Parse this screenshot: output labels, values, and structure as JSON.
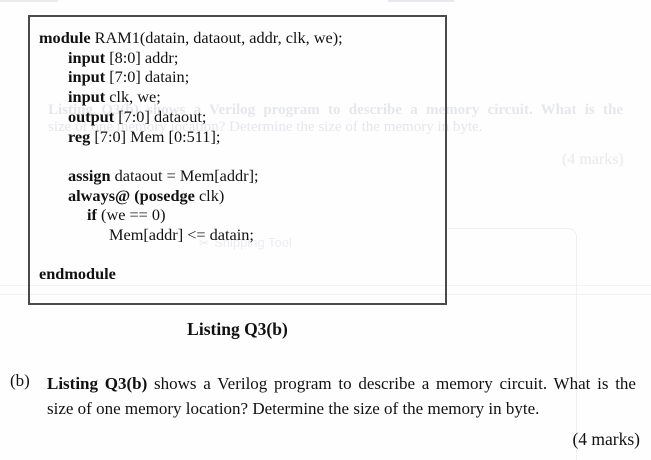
{
  "listing": {
    "code_lines": [
      {
        "indent": 0,
        "segments": [
          {
            "t": "module",
            "b": true
          },
          {
            "t": " RAM1(datain, dataout, addr, clk, we);",
            "b": false
          }
        ]
      },
      {
        "indent": 1,
        "segments": [
          {
            "t": "input",
            "b": true
          },
          {
            "t": " [8:0] addr;",
            "b": false
          }
        ]
      },
      {
        "indent": 1,
        "segments": [
          {
            "t": "input",
            "b": true
          },
          {
            "t": " [7:0] datain;",
            "b": false
          }
        ]
      },
      {
        "indent": 1,
        "segments": [
          {
            "t": "input",
            "b": true
          },
          {
            "t": " clk, we;",
            "b": false
          }
        ]
      },
      {
        "indent": 1,
        "segments": [
          {
            "t": "output",
            "b": true
          },
          {
            "t": " [7:0] dataout;",
            "b": false
          }
        ]
      },
      {
        "indent": 1,
        "segments": [
          {
            "t": "reg",
            "b": true
          },
          {
            "t": " [7:0] Mem [0:511];",
            "b": false
          }
        ]
      },
      {
        "indent": 0,
        "segments": []
      },
      {
        "indent": 1,
        "segments": [
          {
            "t": "assign",
            "b": true
          },
          {
            "t": " dataout = Mem[addr];",
            "b": false
          }
        ]
      },
      {
        "indent": 1,
        "segments": [
          {
            "t": "always@",
            "b": true
          },
          {
            "t": " ",
            "b": false
          },
          {
            "t": "(posedge",
            "b": true
          },
          {
            "t": " clk)",
            "b": false
          }
        ]
      },
      {
        "indent": 2,
        "segments": [
          {
            "t": "if",
            "b": true
          },
          {
            "t": " (we == 0)",
            "b": false
          }
        ]
      },
      {
        "indent": 3,
        "segments": [
          {
            "t": "Mem[addr] <= datain;",
            "b": false
          }
        ]
      },
      {
        "indent": 0,
        "segments": []
      },
      {
        "indent": 0,
        "segments": [
          {
            "t": "endmodule",
            "b": true
          }
        ]
      }
    ]
  },
  "caption": {
    "text": "Listing Q3(b)"
  },
  "question": {
    "label": "(b)",
    "lines": [
      {
        "justify": true,
        "segments": [
          {
            "t": "Listing Q3(b)",
            "b": true
          },
          {
            "t": " shows a Verilog program to describe a memory circuit. What is the",
            "b": false
          }
        ]
      },
      {
        "justify": false,
        "segments": [
          {
            "t": "size of one memory location? Determine the size of the memory in byte.",
            "b": false
          }
        ]
      }
    ],
    "marks": "(4 marks)"
  },
  "ghost": {
    "line1": "Listing Q3(b) shows a Verilog program to describe a memory circuit. What is the",
    "line2": "size of one memory location? Determine the size of the memory in byte.",
    "marks": "(4 marks)",
    "snip_label": "Snipping Tool",
    "snip_icon": "✂"
  }
}
